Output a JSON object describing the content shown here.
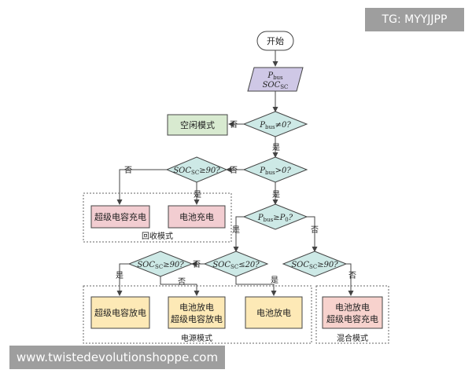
{
  "colors": {
    "start": "#ffffff",
    "input": "#cfc8e6",
    "decision": "#cde9e6",
    "idle": "#d8ead0",
    "charge": "#f2cdd1",
    "discharge": "#fde9b6",
    "mixed": "#f7d2cd"
  },
  "watermark_top": "TG: MYYJJPP",
  "watermark_bottom": "www.twistedevolutionshoppe.com",
  "start": "开始",
  "input": {
    "line1_main": "P",
    "line1_sub": "bus",
    "line2_main": "SOC",
    "line2_sub": "SC"
  },
  "decisions": {
    "d1": {
      "main": "P",
      "sub": "bus",
      "rest": "≠0?"
    },
    "d2": {
      "main": "P",
      "sub": "bus",
      "rest": ">0?"
    },
    "d3": {
      "main": "P",
      "sub": "bus",
      "mid": "≥P",
      "sub2": "0",
      "rest": "?"
    },
    "d4": {
      "main": "SOC",
      "sub": "SC",
      "rest": "≥90?"
    },
    "d5": {
      "main": "SOC",
      "sub": "SC",
      "rest": "≤20?"
    },
    "d6": {
      "main": "SOC",
      "sub": "SC",
      "rest": "≥90?"
    },
    "d7": {
      "main": "SOC",
      "sub": "SC",
      "rest": "≥90?"
    }
  },
  "boxes": {
    "idle": "空闲模式",
    "sc_charge": "超级电容充电",
    "bat_charge": "电池充电",
    "sc_discharge": "超级电容放电",
    "bat_sc_discharge_1": "电池放电",
    "bat_sc_discharge_2": "超级电容放电",
    "bat_discharge": "电池放电",
    "mixed_1": "电池放电",
    "mixed_2": "超级电容充电"
  },
  "groups": {
    "recovery": "回收模式",
    "power": "电源模式",
    "mixed": "混合模式"
  },
  "edge_labels": {
    "yes": "是",
    "no": "否"
  }
}
